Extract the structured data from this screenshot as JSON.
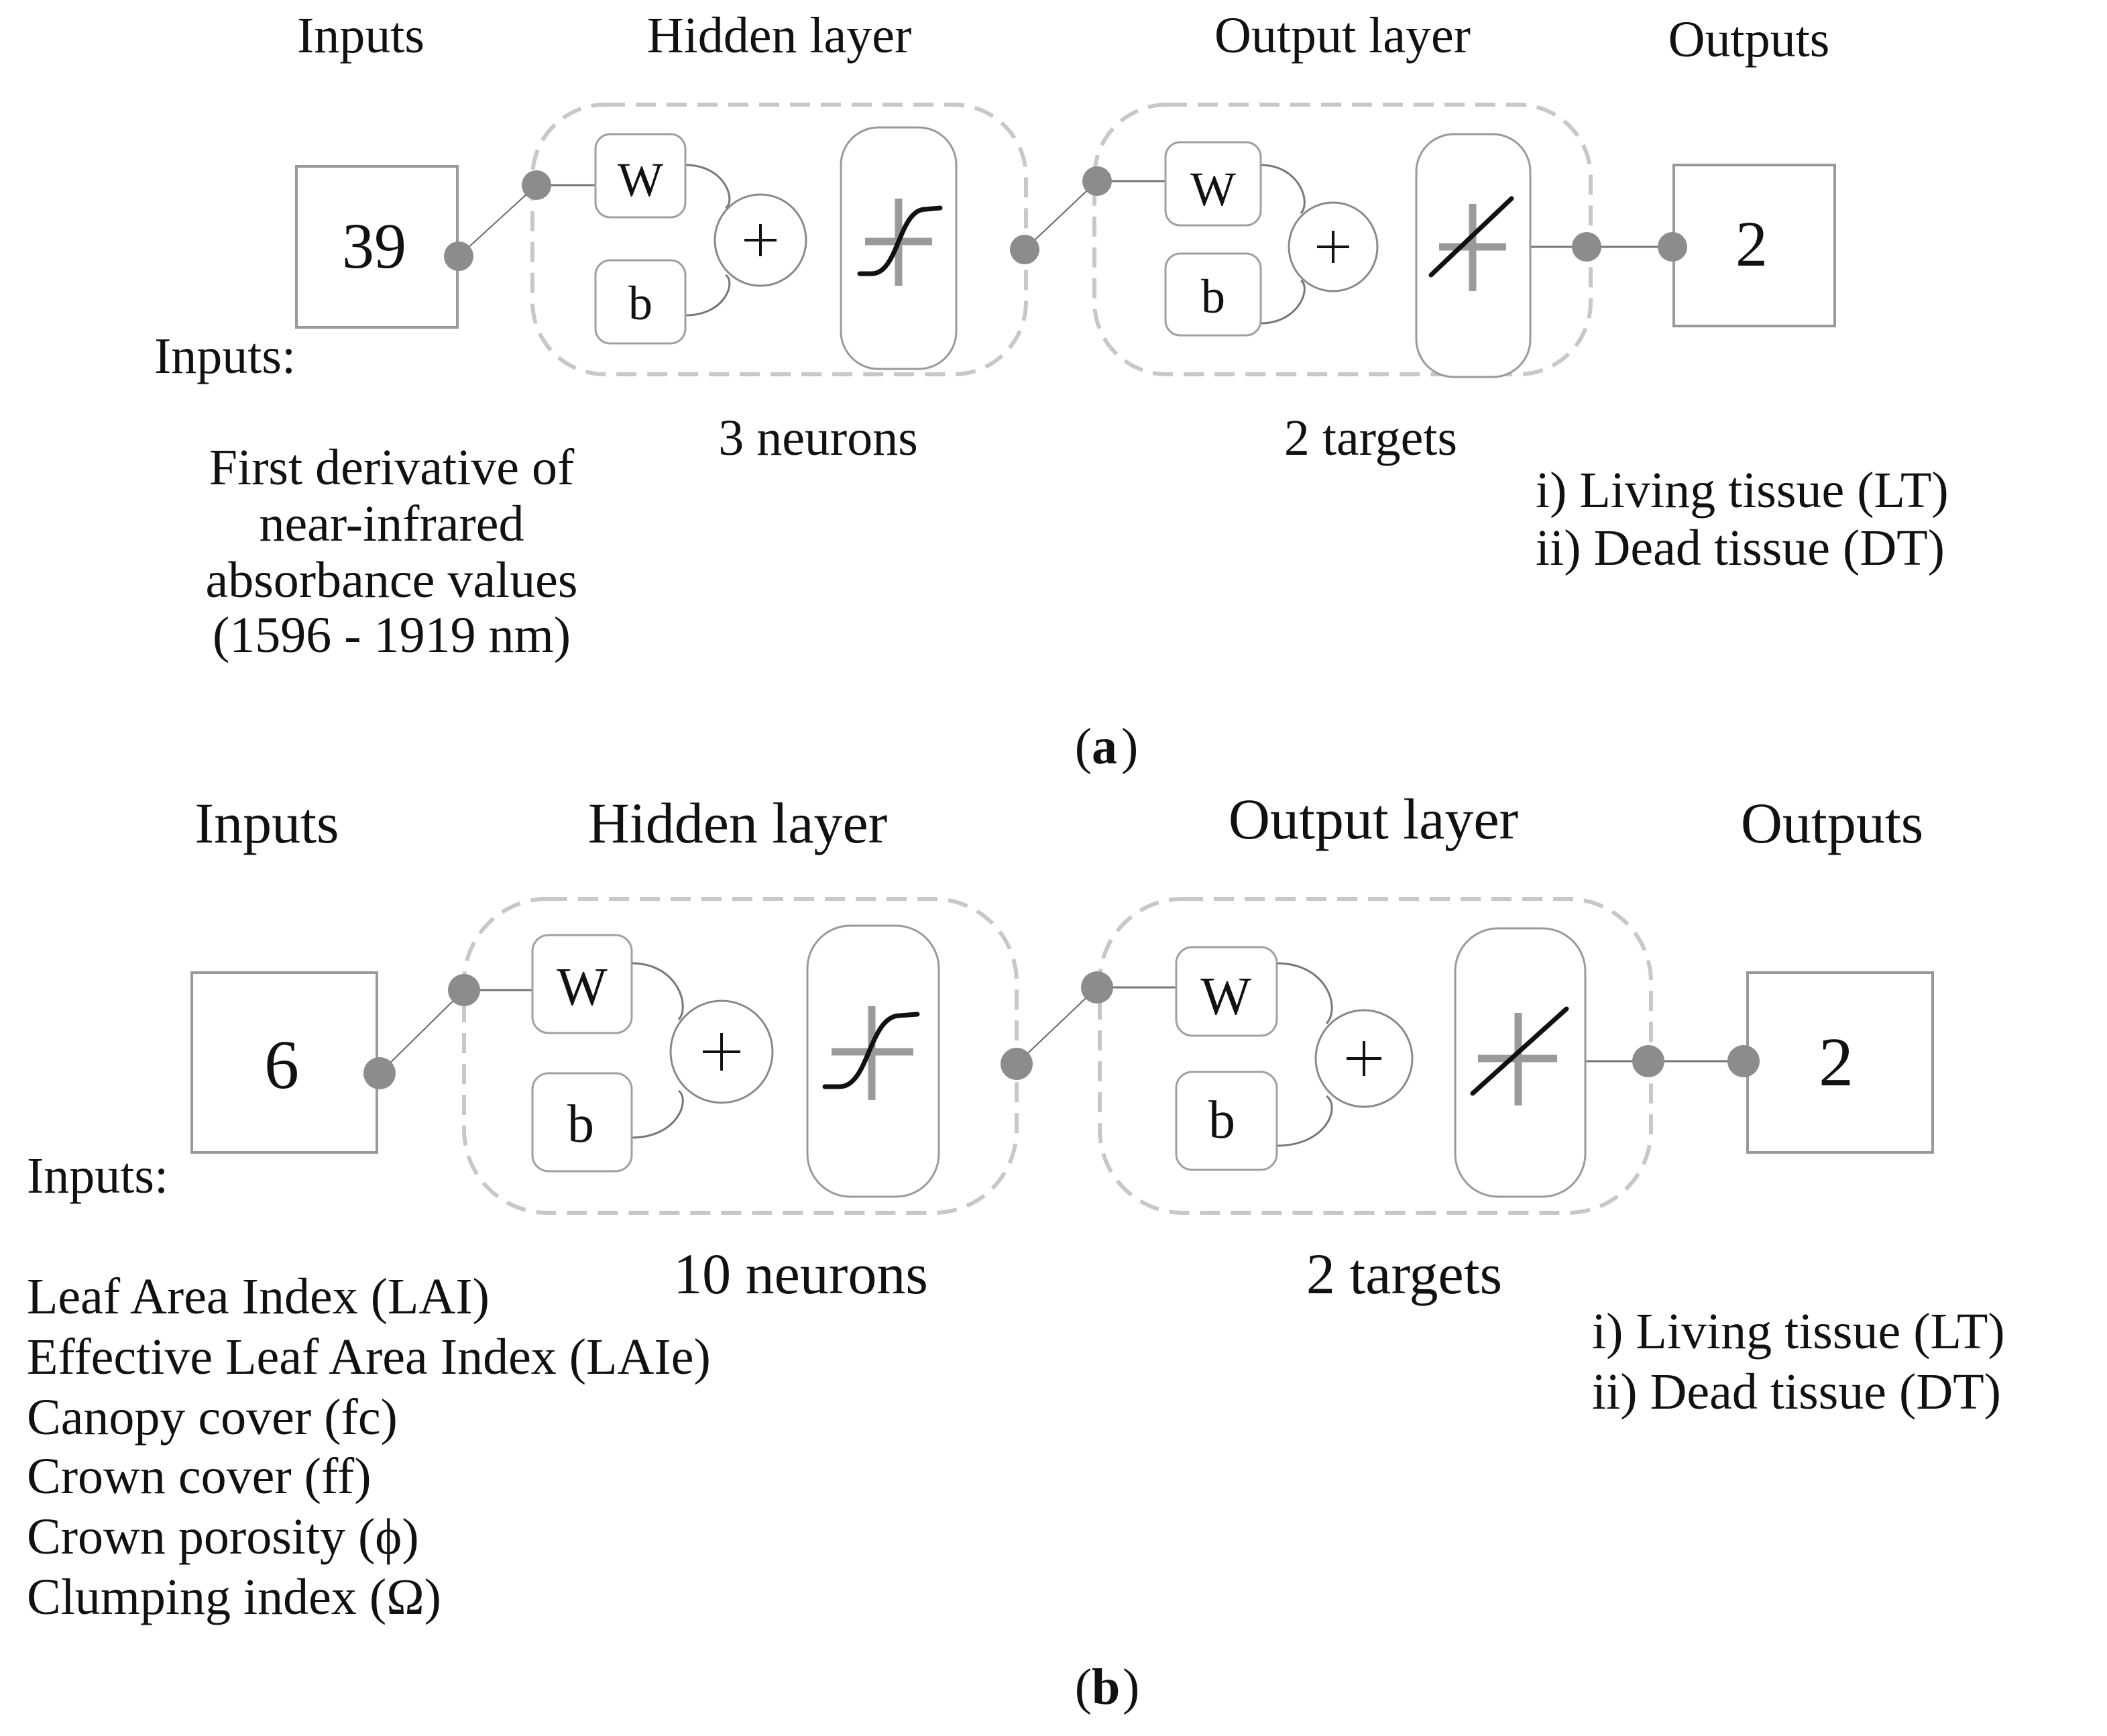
{
  "colors": {
    "box_border": "#999999",
    "dashed_border": "#c8c8c8",
    "node_dot": "#8c8c8c",
    "text": "#111111"
  },
  "icons": {
    "sum": "plus-sign",
    "hidden_transfer": "sigmoid-transfer",
    "output_transfer": "linear-transfer"
  },
  "panels": [
    {
      "id": "a",
      "caption": "a",
      "headers": {
        "inputs": "Inputs",
        "hidden": "Hidden layer",
        "output": "Output layer",
        "outputs": "Outputs"
      },
      "input_count": "39",
      "output_count": "2",
      "weight_label": "W",
      "bias_label": "b",
      "hidden_neurons": "3 neurons",
      "output_targets": "2 targets",
      "inputs_title": "Inputs:",
      "inputs_description": [
        "First derivative of",
        "near-infrared",
        "absorbance values",
        "(1596 - 1919 nm)"
      ],
      "outputs_list": [
        "i) Living tissue (LT)",
        "ii) Dead tissue (DT)"
      ]
    },
    {
      "id": "b",
      "caption": "b",
      "headers": {
        "inputs": "Inputs",
        "hidden": "Hidden layer",
        "output": "Output layer",
        "outputs": "Outputs"
      },
      "input_count": "6",
      "output_count": "2",
      "weight_label": "W",
      "bias_label": "b",
      "hidden_neurons": "10 neurons",
      "output_targets": "2 targets",
      "inputs_title": "Inputs:",
      "inputs_description": [
        "Leaf Area Index (LAI)",
        "Effective Leaf Area Index (LAIe)",
        "Canopy cover (fc)",
        "Crown cover (ff)",
        "Crown porosity (ϕ)",
        "Clumping index (Ω)"
      ],
      "outputs_list": [
        "i) Living tissue (LT)",
        "ii) Dead tissue (DT)"
      ]
    }
  ]
}
